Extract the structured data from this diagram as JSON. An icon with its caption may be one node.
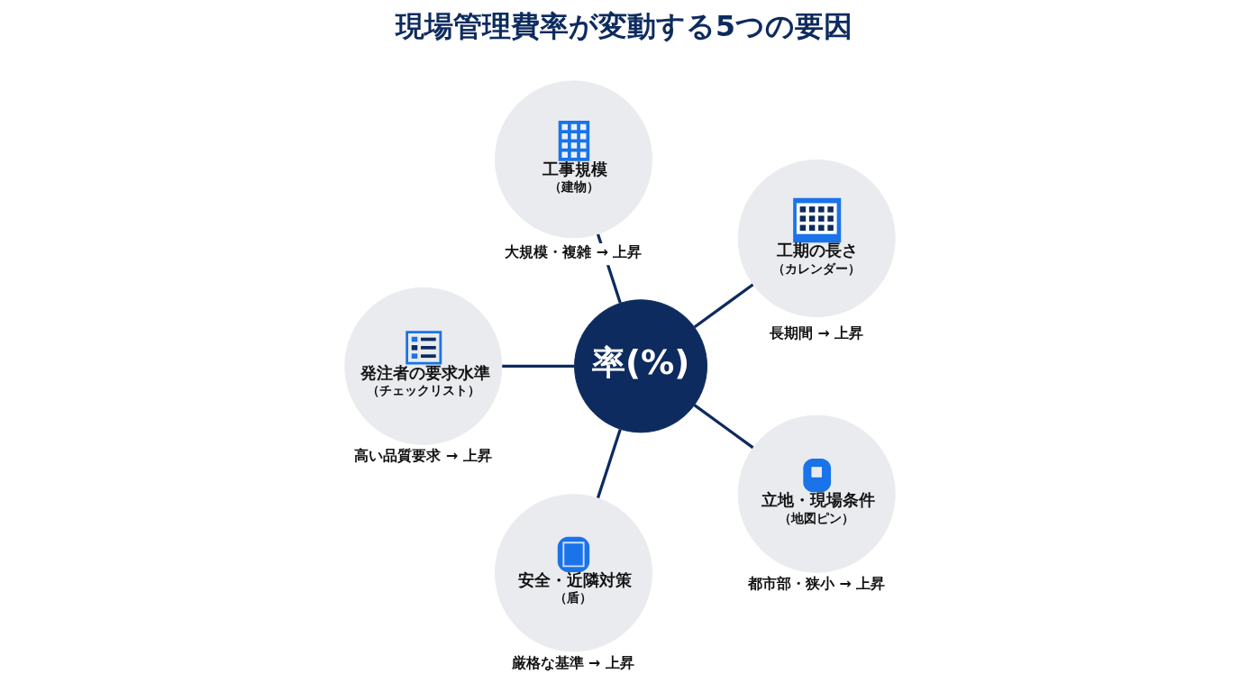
{
  "diagram": {
    "title": "現場管理費率が変動する5つの要因",
    "nodes": [
      {
        "text": [
          "工事規模",
          "（建物）"
        ],
        "beside": [
          "大規模・複雑 → 上昇"
        ]
      },
      {
        "text": [
          "発注者の要求水準",
          "（チェックリスト）"
        ],
        "beside": [
          "高い品質要求 → 上昇"
        ]
      },
      {
        "text": [
          "工期の長さ",
          "（カレンダー）"
        ],
        "beside": [
          "長期間 → 上昇"
        ]
      },
      {
        "text": [
          "率(%)"
        ]
      },
      {
        "text": [
          "安全・近隣対策",
          "（盾）"
        ],
        "beside": [
          "厳格な基準 → 上昇"
        ]
      },
      {
        "text": [
          "立地・現場条件",
          "（地図ピン）"
        ],
        "beside": [
          "都市部・狭小 → 上昇"
        ]
      }
    ],
    "edges": [
      {
        "from": 3,
        "to": 0,
        "arrow": "none"
      },
      {
        "from": 3,
        "to": 2,
        "arrow": "none"
      },
      {
        "from": 3,
        "to": 5,
        "arrow": "none"
      },
      {
        "from": 3,
        "to": 4,
        "arrow": "none"
      },
      {
        "from": 3,
        "to": 1,
        "arrow": "none"
      }
    ]
  }
}
